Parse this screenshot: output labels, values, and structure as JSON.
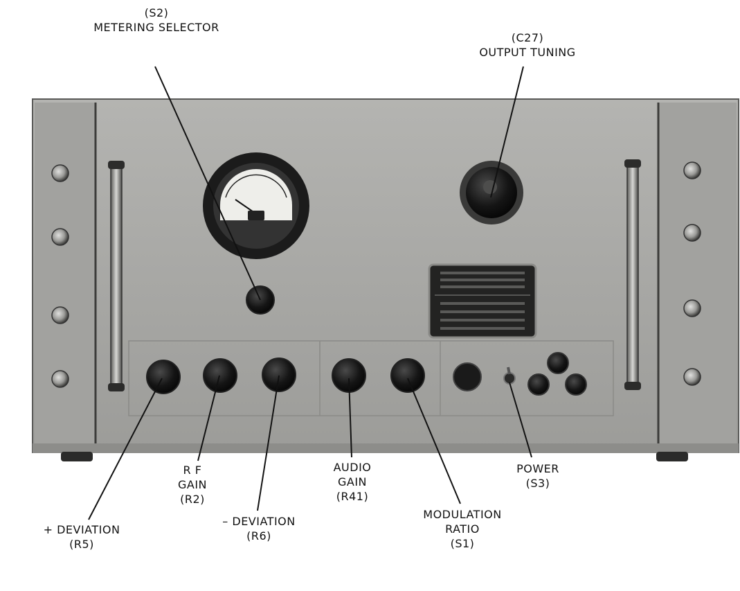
{
  "callouts": {
    "metering_selector": {
      "line1": "(S2)",
      "line2": "METERING SELECTOR"
    },
    "output_tuning": {
      "line1": "(C27)",
      "line2": "OUTPUT TUNING"
    },
    "plus_deviation": {
      "line1": "+ DEVIATION",
      "line2": "(R5)"
    },
    "rf_gain": {
      "line1": "R F",
      "line2": "GAIN",
      "line3": "(R2)"
    },
    "minus_deviation": {
      "line1": "– DEVIATION",
      "line2": "(R6)"
    },
    "audio_gain": {
      "line1": "AUDIO",
      "line2": "GAIN",
      "line3": "(R41)"
    },
    "modulation_ratio": {
      "line1": "MODULATION",
      "line2": "RATIO",
      "line3": "(S1)"
    },
    "power": {
      "line1": "POWER",
      "line2": "(S3)"
    }
  },
  "colors": {
    "panel": "#a9a9a6",
    "panel_dark": "#6f6f6c",
    "knob": "#141414",
    "background": "#ffffff",
    "text": "#111111"
  }
}
